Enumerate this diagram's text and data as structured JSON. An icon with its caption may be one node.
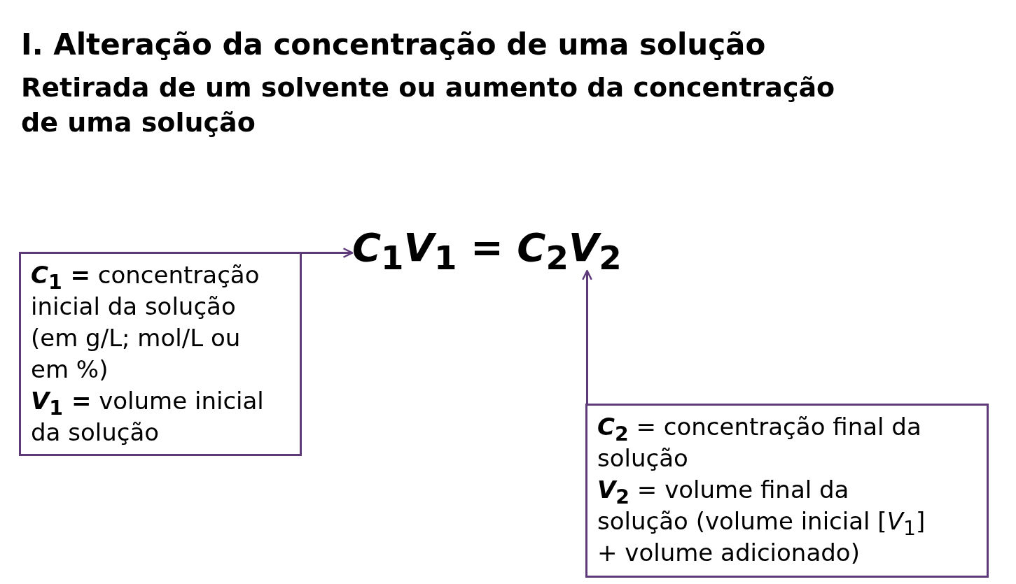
{
  "diagram": {
    "title": "I. Alteração da concentração de uma solução",
    "nodes": [
      {
        "text": [
          "***C*$_{1}$ =** concentração inicial da solução (em g/L; mol/L ou em %)",
          "***V*$_{1}$ =** volume inicial da solução"
        ]
      },
      {
        "text": [
          "*C*$_{1}$*V*$_{1}$ = *C*$_{2}$*V*$_{2}$"
        ]
      },
      {
        "text": [
          "***C*$_{2}$** = concentração final da solução",
          "***V*$_{2}$** = volume final da solução (volume inicial [*V*$_{1}$] + volume adicionado)"
        ]
      }
    ],
    "edges": [
      {
        "from": 0,
        "to": 1,
        "arrow": "to"
      },
      {
        "from": 2,
        "to": 1,
        "arrow": "to"
      }
    ],
    "labels": [
      "Retirada de um solvente ou aumento da concentração de uma solução"
    ]
  }
}
